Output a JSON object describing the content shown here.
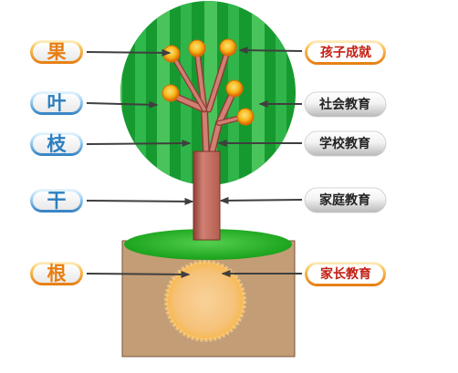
{
  "left_labels": [
    {
      "text": "果",
      "color": "#e77f12"
    },
    {
      "text": "叶",
      "color": "#2c7fbf"
    },
    {
      "text": "枝",
      "color": "#2c7fbf"
    },
    {
      "text": "干",
      "color": "#2c7fbf"
    },
    {
      "text": "根",
      "color": "#e77f12"
    }
  ],
  "right_labels": [
    {
      "text": "孩子成就",
      "style": "orange"
    },
    {
      "text": "社会教育",
      "style": "gray"
    },
    {
      "text": "学校教育",
      "style": "gray"
    },
    {
      "text": "家庭教育",
      "style": "gray"
    },
    {
      "text": "家长教育",
      "style": "orange"
    }
  ],
  "colors": {
    "canopy_dark": "#169a2f",
    "canopy_light": "#49c45a",
    "trunk": "#c36a5c",
    "trunk_shadow": "#8d3e36",
    "soil": "#c39d75",
    "root_glow": "#f7c276",
    "fruit": "#f2a20e",
    "arrow": "#3f3f3f"
  }
}
